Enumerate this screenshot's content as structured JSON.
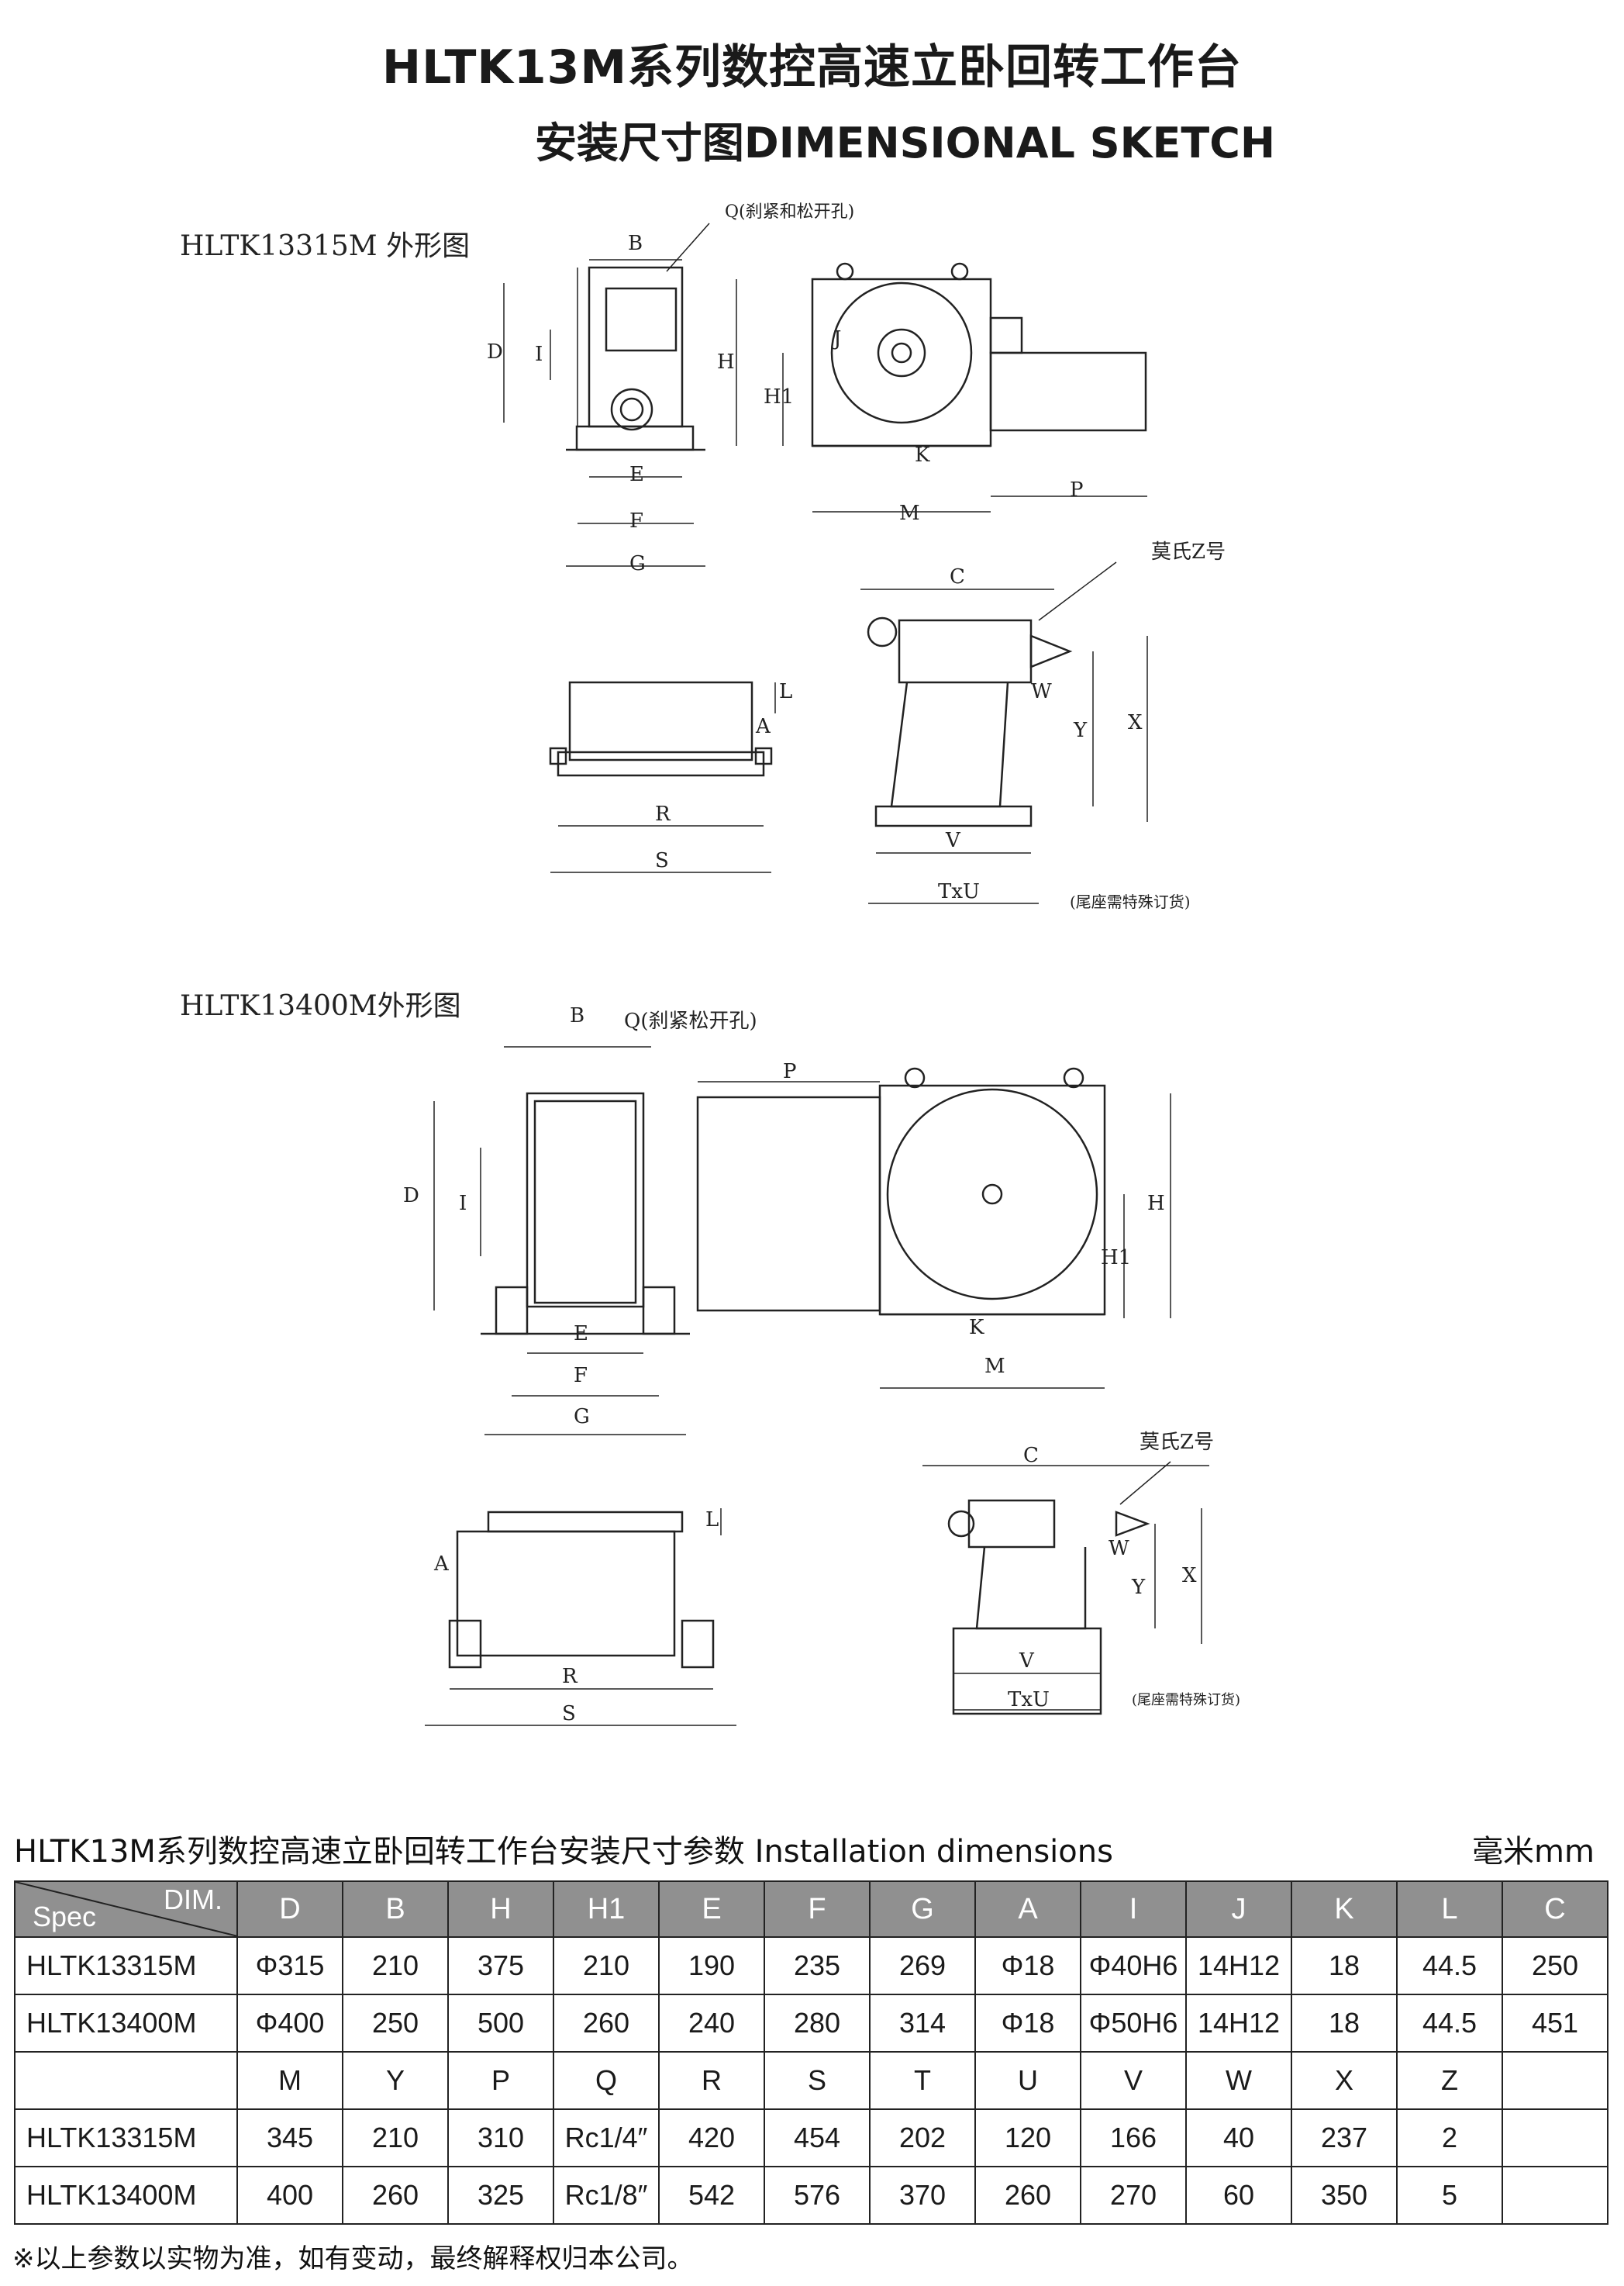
{
  "header": {
    "title": "HLTK13M系列数控高速立卧回转工作台",
    "subtitle": "安装尺寸图DIMENSIONAL SKETCH"
  },
  "drawings": {
    "top": {
      "caption": "HLTK13315M 外形图",
      "labels": {
        "q": "Q(刹紧和松开孔)",
        "b": "B",
        "d": "D",
        "i": "I",
        "e": "E",
        "f": "F",
        "g": "G",
        "h": "H",
        "h1": "H1",
        "j": "J",
        "k": "K",
        "m": "M",
        "p": "P",
        "c": "C",
        "morse": "莫氏Z号",
        "w": "W",
        "y": "Y",
        "x": "X",
        "v": "V",
        "txu": "TxU",
        "l": "L",
        "a": "A",
        "r": "R",
        "s": "S",
        "note": "(尾座需特殊订货)"
      }
    },
    "bottom": {
      "caption": "HLTK13400M外形图",
      "labels": {
        "q": "Q(刹紧松开孔)",
        "b": "B",
        "d": "D",
        "i": "I",
        "e": "E",
        "f": "F",
        "g": "G",
        "p": "P",
        "h": "H",
        "h1": "H1",
        "k": "K",
        "m": "M",
        "c": "C",
        "morse": "莫氏Z号",
        "w": "W",
        "y": "Y",
        "x": "X",
        "v": "V",
        "txu": "TxU",
        "l": "L",
        "a": "A",
        "r": "R",
        "s": "S",
        "note": "(尾座需特殊订货)"
      }
    }
  },
  "table": {
    "title": "HLTK13M系列数控高速立卧回转工作台安装尺寸参数 Installation dimensions",
    "unit": "毫米mm",
    "corner_spec": "Spec",
    "corner_dim": "DIM.",
    "header1": [
      "D",
      "B",
      "H",
      "H1",
      "E",
      "F",
      "G",
      "A",
      "I",
      "J",
      "K",
      "L",
      "C"
    ],
    "rows1": [
      {
        "model": "HLTK13315M",
        "values": [
          "Φ315",
          "210",
          "375",
          "210",
          "190",
          "235",
          "269",
          "Φ18",
          "Φ40H6",
          "14H12",
          "18",
          "44.5",
          "250"
        ]
      },
      {
        "model": "HLTK13400M",
        "values": [
          "Φ400",
          "250",
          "500",
          "260",
          "240",
          "280",
          "314",
          "Φ18",
          "Φ50H6",
          "14H12",
          "18",
          "44.5",
          "451"
        ]
      }
    ],
    "header2": [
      "M",
      "Y",
      "P",
      "Q",
      "R",
      "S",
      "T",
      "U",
      "V",
      "W",
      "X",
      "Z",
      ""
    ],
    "rows2": [
      {
        "model": "HLTK13315M",
        "values": [
          "345",
          "210",
          "310",
          "Rc1/4″",
          "420",
          "454",
          "202",
          "120",
          "166",
          "40",
          "237",
          "2",
          ""
        ]
      },
      {
        "model": "HLTK13400M",
        "values": [
          "400",
          "260",
          "325",
          "Rc1/8″",
          "542",
          "576",
          "370",
          "260",
          "270",
          "60",
          "350",
          "5",
          ""
        ]
      }
    ]
  },
  "footnote": "※以上参数以实物为准，如有变动，最终解释权归本公司。"
}
